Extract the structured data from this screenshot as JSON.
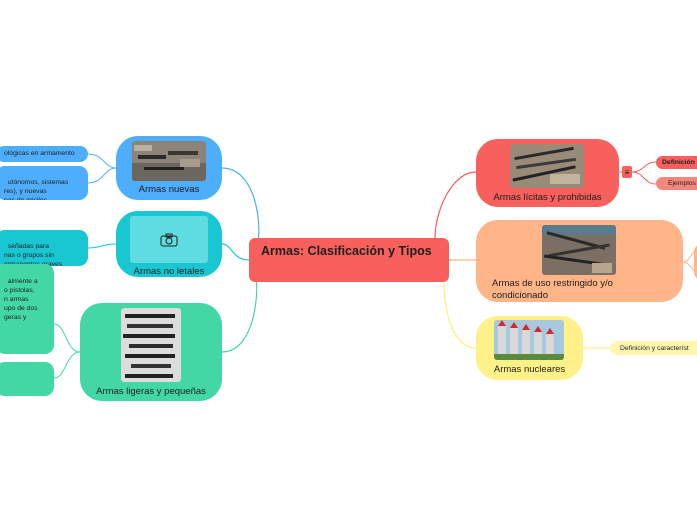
{
  "colors": {
    "blue": "#4eaefc",
    "teal": "#18c7d2",
    "green": "#43d7a6",
    "red": "#f7605d",
    "peach": "#ffb587",
    "yellow": "#fff189",
    "paleyellow": "#fff6b0",
    "lightred": "#f7867c"
  },
  "center": {
    "title": "Armas: Clasificación y Tipos"
  },
  "left": {
    "nuevas": {
      "label": "Armas nuevas",
      "subs": [
        "ológicas en armamento",
        "utónomos, sistemas\nres), y nuevas\nnas de misiles"
      ]
    },
    "no_letales": {
      "label": "Armas no letales",
      "icon": "camera-icon",
      "subs": [
        "señadas para\nnas o grupos sin\nermanentes graves"
      ]
    },
    "ligeras": {
      "label": "Armas ligeras y pequeñas",
      "subs": [
        "almente a\no pistolas,\nn armas\nupo de dos\ngeras y",
        ""
      ]
    }
  },
  "right": {
    "licitas": {
      "label": "Armas lícitas y prohibidas",
      "icon": "notes-icon",
      "subs": [
        "Definición",
        "Ejemplos"
      ]
    },
    "restringido": {
      "label": "Armas de uso restringido y/o\ncondicionado"
    },
    "nucleares": {
      "label": "Armas nucleares",
      "subs": [
        "Definición y característ"
      ]
    }
  }
}
